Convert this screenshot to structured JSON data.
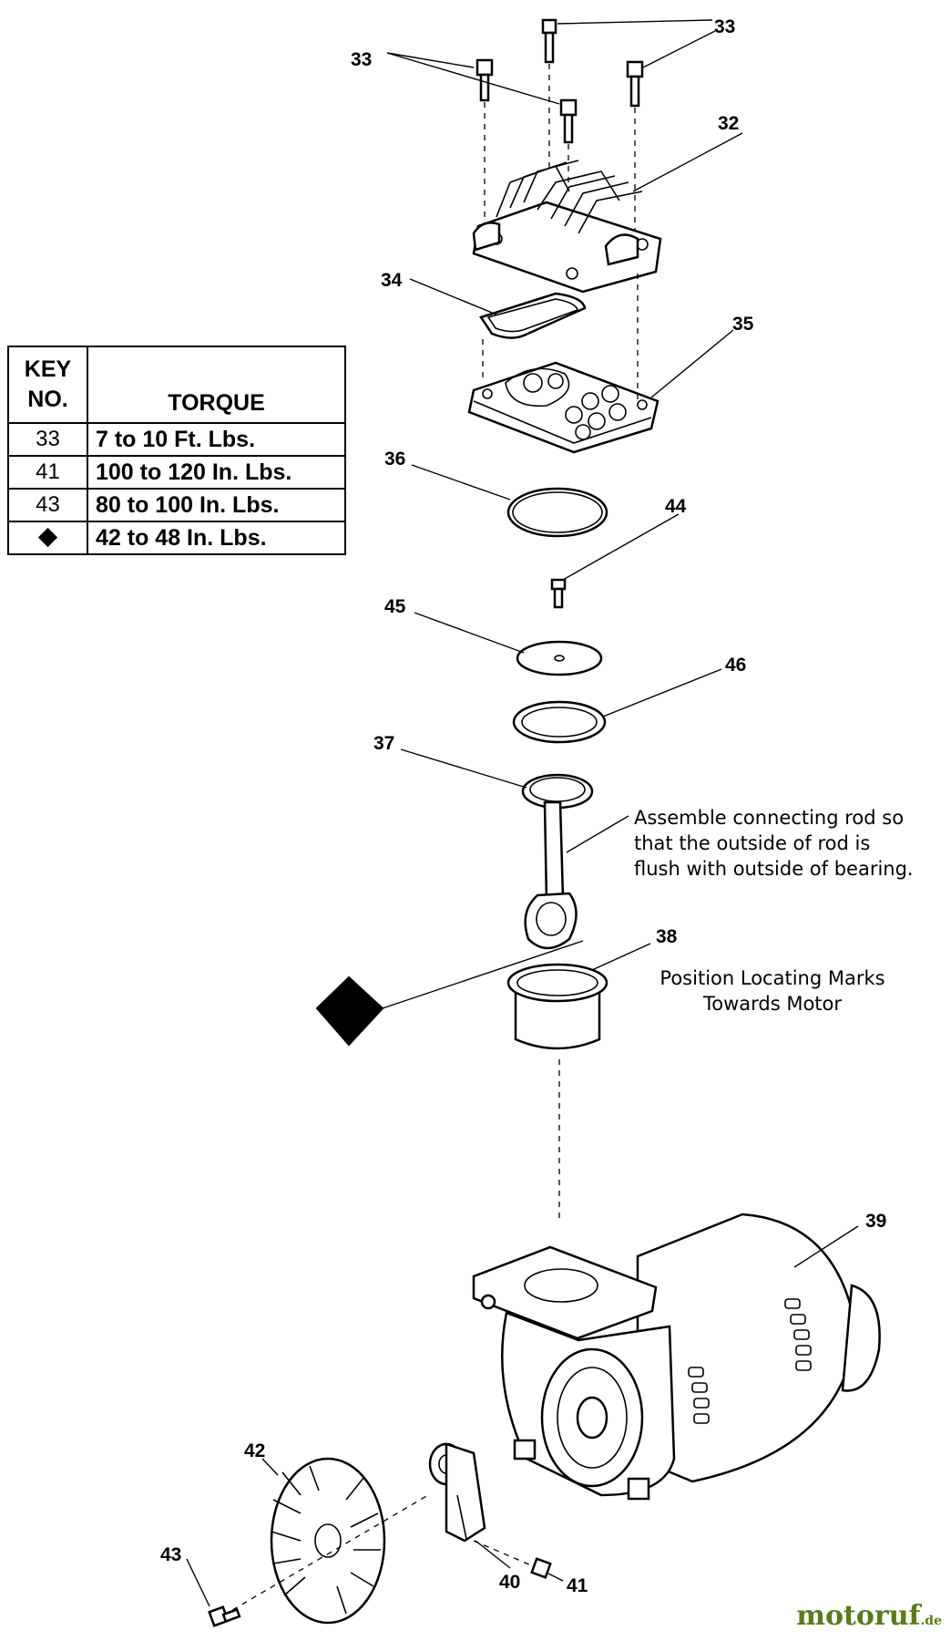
{
  "torque_table": {
    "header_key": "KEY",
    "header_no": "NO.",
    "header_torque": "TORQUE",
    "rows": [
      {
        "key": "33",
        "torque": "7 to 10 Ft. Lbs."
      },
      {
        "key": "41",
        "torque": "100 to 120 In. Lbs."
      },
      {
        "key": "43",
        "torque": "80 to 100 In. Lbs."
      },
      {
        "key": "diamond",
        "torque": "42 to 48 In. Lbs."
      }
    ]
  },
  "callouts": {
    "c33a": "33",
    "c33b": "33",
    "c32": "32",
    "c34": "34",
    "c35": "35",
    "c36": "36",
    "c44": "44",
    "c45": "45",
    "c46": "46",
    "c37": "37",
    "c38": "38",
    "c39": "39",
    "c42": "42",
    "c43": "43",
    "c40": "40",
    "c41": "41"
  },
  "notes": {
    "rod_line1": "Assemble connecting rod so",
    "rod_line2": "that the outside of rod is",
    "rod_line3": "flush with outside of bearing.",
    "marks_line1": "Position Locating Marks",
    "marks_line2": "Towards Motor"
  },
  "brand": {
    "name": "motoruf",
    "tld": ".de"
  },
  "colors": {
    "line": "#000000",
    "background": "#ffffff",
    "brand": "#5a7a1a"
  }
}
